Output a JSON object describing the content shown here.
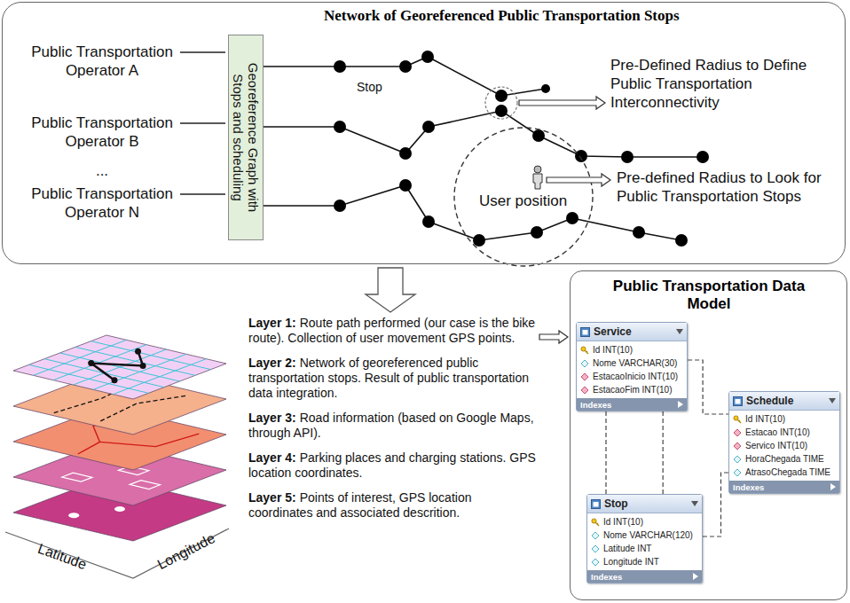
{
  "diagram": {
    "nodes": [
      {
        "text": [
          "Network of Georeferenced Public Transportation Stops"
        ]
      },
      {
        "text": [
          "Georeference Graph with Stops and scheduling"
        ],
        "in": 0
      },
      {
        "text": [
          "Public Transportation Data Model"
        ]
      },
      {
        "text": [
          "Service",
          "Id INT(10)",
          "Nome VARCHAR(30)",
          "EstacaoInicio INT(10)",
          "EstacaoFim INT(10)",
          "Indexes"
        ],
        "in": 2
      },
      {
        "text": [
          "Schedule",
          "Id INT(10)",
          "Estacao INT(10)",
          "Servico INT(10)",
          "HoraChegada TIME",
          "AtrasoChegada TIME",
          "Indexes"
        ],
        "in": 2
      },
      {
        "text": [
          "Stop",
          "Id INT(10)",
          "Nome VARCHAR(120)",
          "Latitude INT",
          "Longitude INT",
          "Indexes"
        ],
        "in": 2
      }
    ],
    "edges": [
      {
        "from": 3,
        "to": 4,
        "arrow": "none"
      },
      {
        "from": 3,
        "to": 5,
        "arrow": "none"
      },
      {
        "from": 3,
        "to": 5,
        "arrow": "none"
      },
      {
        "from": 5,
        "to": 4,
        "arrow": "none"
      }
    ],
    "labels": [
      "Public Transportation Operator A",
      "Public Transportation Operator B",
      "...",
      "Public Transportation Operator N",
      "Stop",
      "Pre-Defined Radius to Define Public Transportation Interconnectivity",
      "User position",
      "Pre-defined Radius to Look for Public Transportation Stops",
      "Latitude",
      "Longitude",
      "Layer 1:",
      "Route path performed (our case is the bike route). Collection of user movement GPS points.",
      "Layer 2:",
      "Network of georeferenced public transportation stops. Result of public transportation data integration.",
      "Layer 3:",
      "Road information (based on Google Maps, through API).",
      "Layer 4:",
      "Parking places and charging stations. GPS location coordinates.",
      "Layer 5:",
      "Points of interest, GPS location coordinates and associated descrition."
    ]
  }
}
